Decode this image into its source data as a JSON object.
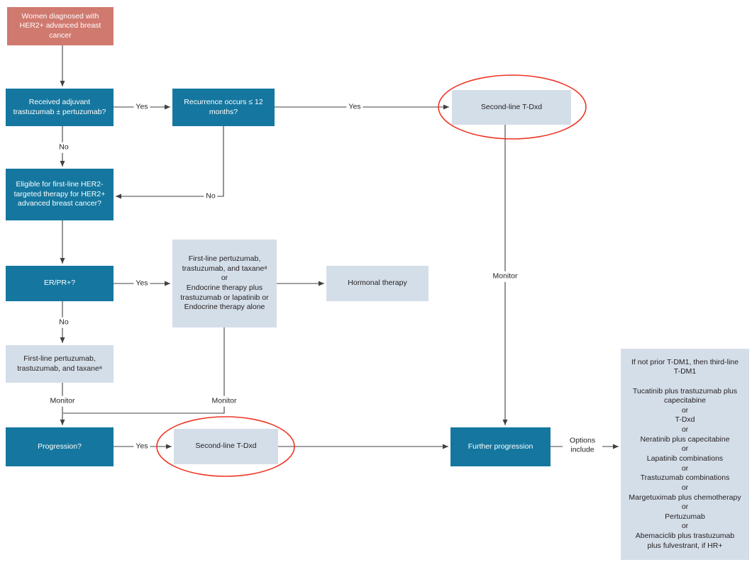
{
  "colors": {
    "start_fill": "#d0796f",
    "decision_fill": "#15779f",
    "option_fill": "#d4dee9",
    "arrow": "#414042",
    "highlight": "#ee3524",
    "text_dark": "#231f20"
  },
  "nodes": {
    "start": {
      "label": "Women diagnosed with HER2+ advanced breast cancer"
    },
    "adjuvant": {
      "label": "Received adjuvant trastuzumab ± pertuzumab?"
    },
    "recurrence": {
      "label": "Recurrence occurs ≤ 12 months?"
    },
    "second_line_top": {
      "label": "Second-line T-Dxd"
    },
    "eligible": {
      "label": "Eligible for first-line HER2-targeted therapy for HER2+ advanced breast cancer?"
    },
    "er_pr": {
      "label": "ER/PR+?"
    },
    "first_line_or_endocrine": {
      "lines": [
        "First-line pertuzumab,",
        "trastuzumab, and taxaneᵃ",
        "or",
        "Endocrine therapy plus",
        "trastuzumab or lapatinib or",
        "Endocrine therapy alone"
      ]
    },
    "hormonal": {
      "label": "Hormonal therapy"
    },
    "first_line": {
      "lines": [
        "First-line pertuzumab,",
        "trastuzumab, and taxaneᵃ"
      ]
    },
    "progression": {
      "label": "Progression?"
    },
    "second_line_bottom": {
      "label": "Second-line T-Dxd"
    },
    "further_progression": {
      "label": "Further progression"
    },
    "later_line_options": {
      "lines": [
        "If not prior T-DM1, then third-line",
        "T-DM1",
        "",
        "Tucatinib plus trastuzumab plus",
        "capecitabine",
        "or",
        "T-Dxd",
        "or",
        "Neratinib plus capecitabine",
        "or",
        "Lapatinib combinations",
        "or",
        "Trastuzumab combinations",
        "or",
        "Margetuximab plus chemotherapy",
        "or",
        "Pertuzumab",
        "or",
        "Abemaciclib plus trastuzumab",
        "plus fulvestrant, if HR+"
      ]
    }
  },
  "edge_labels": {
    "adjuvant_yes": "Yes",
    "recurrence_yes": "Yes",
    "adjuvant_no": "No",
    "recurrence_no": "No",
    "er_pr_yes": "Yes",
    "er_pr_no": "No",
    "monitor_first_line": "Monitor",
    "monitor_endocrine": "Monitor",
    "monitor_second_line": "Monitor",
    "progression_yes": "Yes",
    "options_include": "Options include"
  }
}
